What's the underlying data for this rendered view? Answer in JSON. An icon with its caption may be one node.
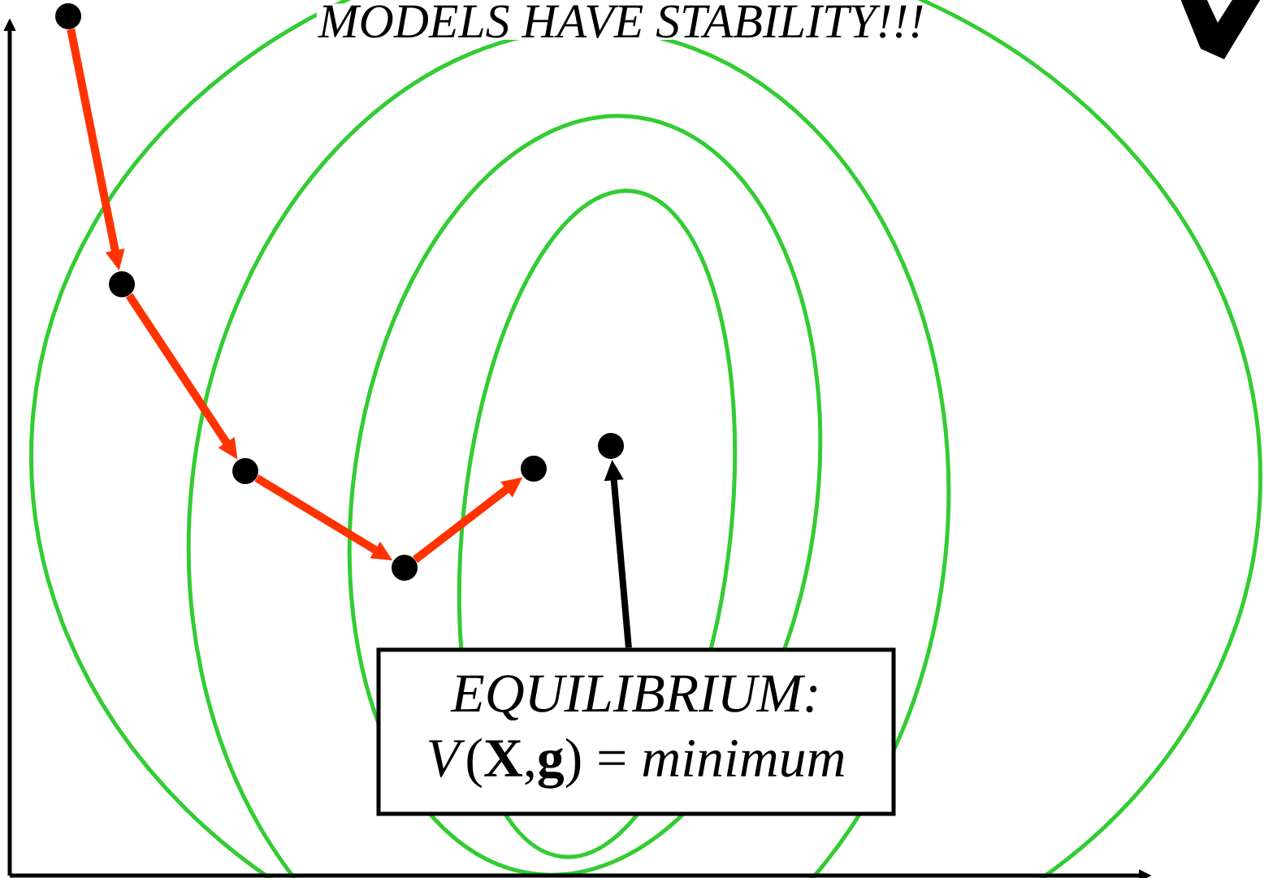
{
  "diagram": {
    "title": "MODELS HAVE STABILITY!!!",
    "nodes": [
      {
        "text": [],
        "shape": "circle"
      },
      {
        "text": [],
        "shape": "circle"
      },
      {
        "text": [],
        "shape": "circle"
      },
      {
        "text": [],
        "shape": "circle"
      },
      {
        "text": [],
        "shape": "circle"
      },
      {
        "text": [],
        "shape": "circle"
      },
      {
        "text": [
          "EQUILIBRIUM:",
          "*V*(**X**,**g**) = *minimum*"
        ]
      }
    ],
    "edges": [
      {
        "from": 0,
        "to": 1,
        "arrow": "to"
      },
      {
        "from": 1,
        "to": 2,
        "arrow": "to"
      },
      {
        "from": 2,
        "to": 3,
        "arrow": "to"
      },
      {
        "from": 3,
        "to": 4,
        "arrow": "to"
      },
      {
        "from": 6,
        "to": 5,
        "arrow": "to",
        "color": "#000000"
      }
    ]
  }
}
